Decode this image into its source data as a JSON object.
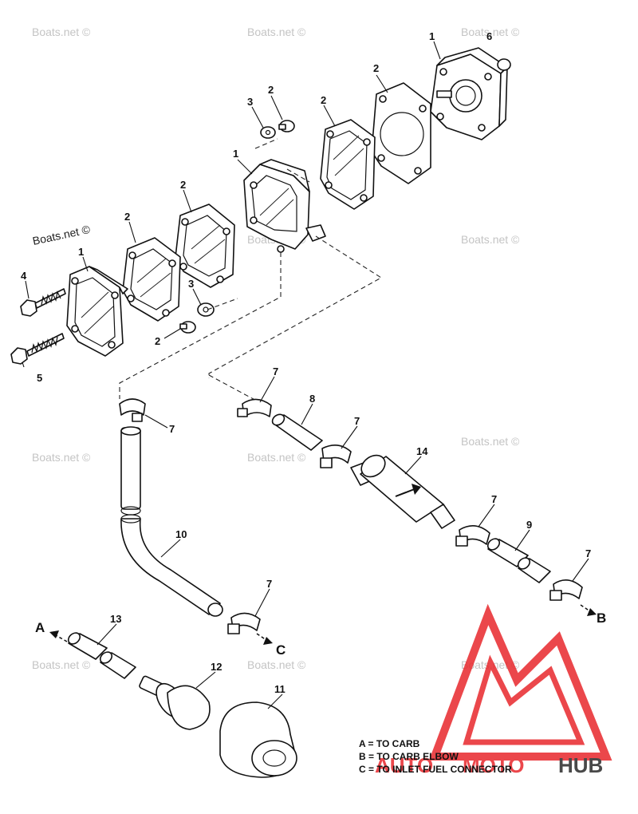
{
  "watermark": {
    "text": "Boats.net ©"
  },
  "callouts": {
    "c1a": "1",
    "c6": "6",
    "c2a": "2",
    "c2b": "2",
    "c3a": "3",
    "c2c": "2",
    "c1b": "1",
    "c2d": "2",
    "c2e": "2",
    "c1c": "1",
    "c4": "4",
    "c3b": "3",
    "c2f": "2",
    "c5": "5",
    "c7a": "7",
    "c8": "8",
    "c7b": "7",
    "c7c": "7",
    "c14": "14",
    "c7d": "7",
    "c9": "9",
    "c7e": "7",
    "c10": "10",
    "c7f": "7",
    "c13": "13",
    "c12": "12",
    "c11": "11"
  },
  "routes": {
    "a": "A",
    "b": "B",
    "c": "C"
  },
  "legend": {
    "line_a": "A = TO CARB",
    "line_b": "B = TO CARB ELBOW",
    "line_c": "C = TO INLET FUEL CONNECTOR"
  },
  "logo": {
    "part1": "AUTO",
    "part2": "MOTO",
    "part3": "HUB",
    "color_red": "#e8282c",
    "color_dark": "#2a2a2a"
  }
}
